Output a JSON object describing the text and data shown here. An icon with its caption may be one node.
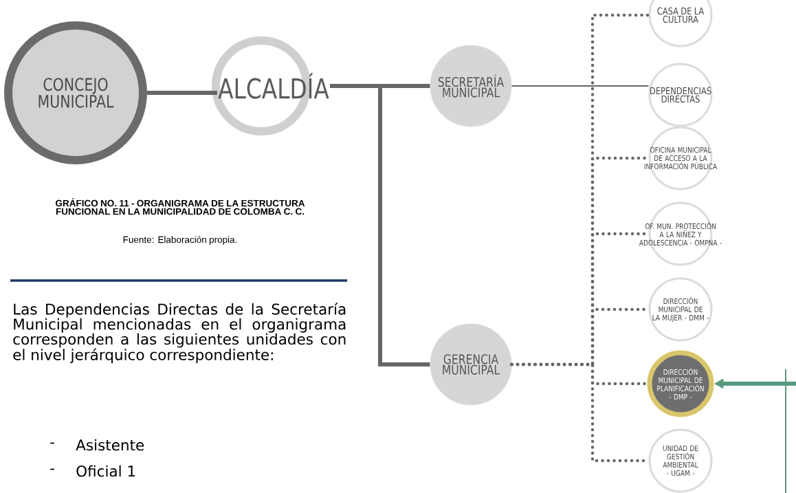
{
  "diagram": {
    "caption": "GRÁFICO NO. 11 - ORGANIGRAMA DE LA ESTRUCTURA FUNCIONAL EN LA MUNICIPALIDAD DE COLOMBA C. C.",
    "nodes": [
      {
        "text": [
          "CONCEJO MUNICIPAL"
        ]
      },
      {
        "text": [
          "ALCALDÍA"
        ]
      },
      {
        "text": [
          "SECRETARÍA MUNICIPAL"
        ]
      },
      {
        "text": [
          "GERENCIA MUNICIPAL"
        ]
      },
      {
        "text": [
          "CASA DE LA CULTURA"
        ]
      },
      {
        "text": [
          "DEPENDENCIAS DIRECTAS"
        ]
      },
      {
        "text": [
          "OFICINA MUNICIPAL DE ACCESO A LA INFORMACIÓN PÚBLICA"
        ]
      },
      {
        "text": [
          "OF. MUN. PROTECCIÓN A LA NIÑEZ Y ADOLESCENCIA - OMPNA -"
        ]
      },
      {
        "text": [
          "DIRECCIÓN MUNICIPAL DE LA MUJER - DMM -"
        ]
      },
      {
        "text": [
          "DIRECCIÓN MUNICIPAL DE PLANIFICACIÓN - DMP -"
        ]
      },
      {
        "text": [
          "UNIDAD DE GESTIÓN AMBIENTAL - UGAM -"
        ]
      }
    ],
    "edges": [
      {
        "from": 0,
        "to": 1,
        "arrow": "none"
      },
      {
        "from": 1,
        "to": 2,
        "arrow": "none"
      },
      {
        "from": 1,
        "to": 3,
        "arrow": "none"
      },
      {
        "from": 2,
        "to": 5,
        "arrow": "none"
      },
      {
        "from": 3,
        "to": 4,
        "arrow": "none",
        "style": "dashed"
      },
      {
        "from": 3,
        "to": 6,
        "arrow": "none",
        "style": "dashed"
      },
      {
        "from": 3,
        "to": 7,
        "arrow": "none",
        "style": "dashed"
      },
      {
        "from": 3,
        "to": 8,
        "arrow": "none",
        "style": "dashed"
      },
      {
        "from": 3,
        "to": 9,
        "arrow": "none",
        "style": "dashed"
      },
      {
        "from": 3,
        "to": 10,
        "arrow": "none",
        "style": "dashed"
      },
      {
        "from": null,
        "to": 9,
        "arrow": "to",
        "color": "#5a9a7e"
      }
    ],
    "labels": [
      "Fuente: Elaboración propia.",
      "Las Dependencias Directas de la Secretaría Municipal  mencionadas en el organigrama corresponden a las siguientes unidades con el nivel jerárquico correspondiente:",
      "-",
      "Asistente",
      "-",
      "Oficial 1"
    ]
  }
}
